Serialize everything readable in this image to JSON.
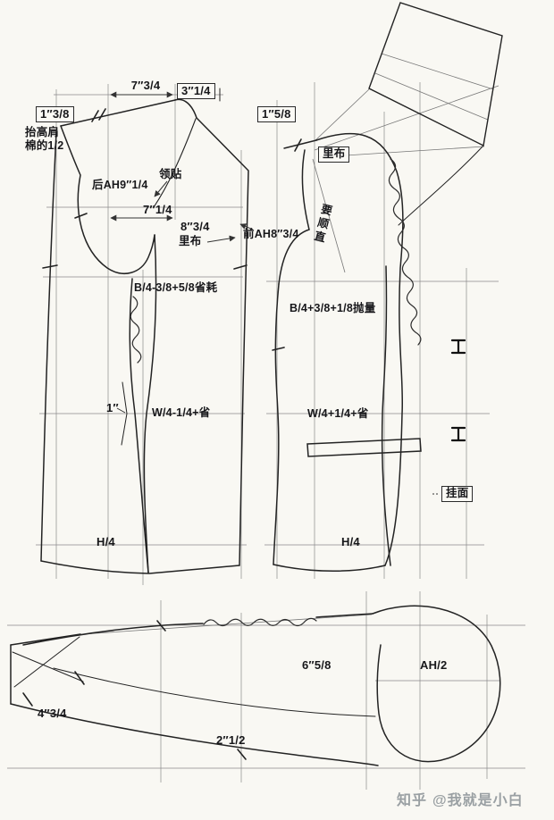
{
  "colors": {
    "ink": "#232323",
    "thin_line": "#8a8a8a",
    "watermark_gray": "#9aa0a3",
    "paper": "#f9f8f3"
  },
  "back_piece": {
    "top_width": "7″3/4",
    "top_segment": "3″1/4",
    "neck_rise": "1″3/8",
    "shoulder_pad_line1": "抬高肩",
    "shoulder_pad_line2": "棉的1/2",
    "collar_facing": "领贴",
    "back_armhole": "后AH9″1/4",
    "cross_width": "7″1/4",
    "segment_8": "8″3/4",
    "lining": "里布",
    "front_armhole": "前AH8″3/4",
    "bust_formula": "B/4-3/8+5/8省耗",
    "dart_width": "1″",
    "waist_formula": "W/4-1/4+省",
    "hip_formula": "H/4"
  },
  "front_piece": {
    "neck_drop": "1″5/8",
    "lining": "里布",
    "grain_note": "要顺直",
    "bust_formula": "B/4+3/8+1/8抛量",
    "waist_formula": "W/4+1/4+省",
    "facing": "挂面",
    "hip_formula": "H/4"
  },
  "sleeve": {
    "cap_width": "6″5/8",
    "cap_height": "AH/2",
    "cuff_width": "4″3/4",
    "elbow": "2″1/2"
  },
  "watermark": {
    "brand": "知乎",
    "author": "@我就是小白"
  }
}
